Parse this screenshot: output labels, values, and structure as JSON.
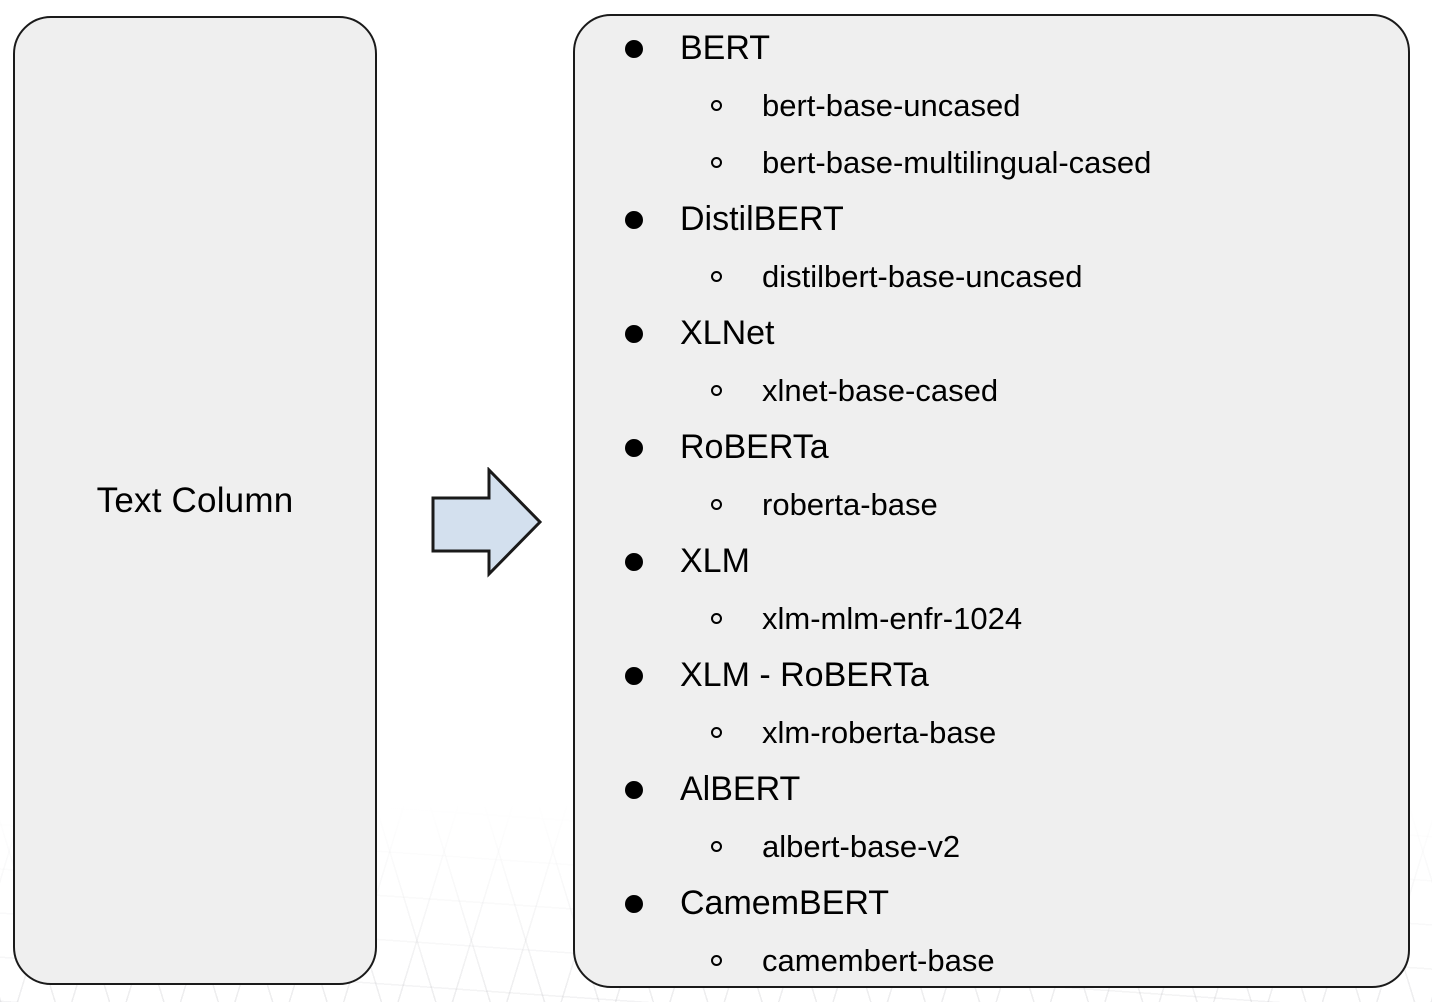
{
  "diagram": {
    "left_box": {
      "label": "Text Column"
    },
    "arrow": {
      "direction": "right"
    },
    "right_box": {
      "items": [
        {
          "label": "BERT",
          "children": [
            "bert-base-uncased",
            "bert-base-multilingual-cased"
          ]
        },
        {
          "label": "DistilBERT",
          "children": [
            "distilbert-base-uncased"
          ]
        },
        {
          "label": "XLNet",
          "children": [
            "xlnet-base-cased"
          ]
        },
        {
          "label": "RoBERTa",
          "children": [
            "roberta-base"
          ]
        },
        {
          "label": "XLM",
          "children": [
            "xlm-mlm-enfr-1024"
          ]
        },
        {
          "label": "XLM - RoBERTa",
          "children": [
            "xlm-roberta-base"
          ]
        },
        {
          "label": "AlBERT",
          "children": [
            "albert-base-v2"
          ]
        },
        {
          "label": "CamemBERT",
          "children": [
            "camembert-base"
          ]
        }
      ]
    },
    "colors": {
      "box_fill": "#efefef",
      "box_border": "#1a1a1a",
      "arrow_fill": "#d3e0ee",
      "text": "#000000",
      "background": "#ffffff"
    }
  }
}
